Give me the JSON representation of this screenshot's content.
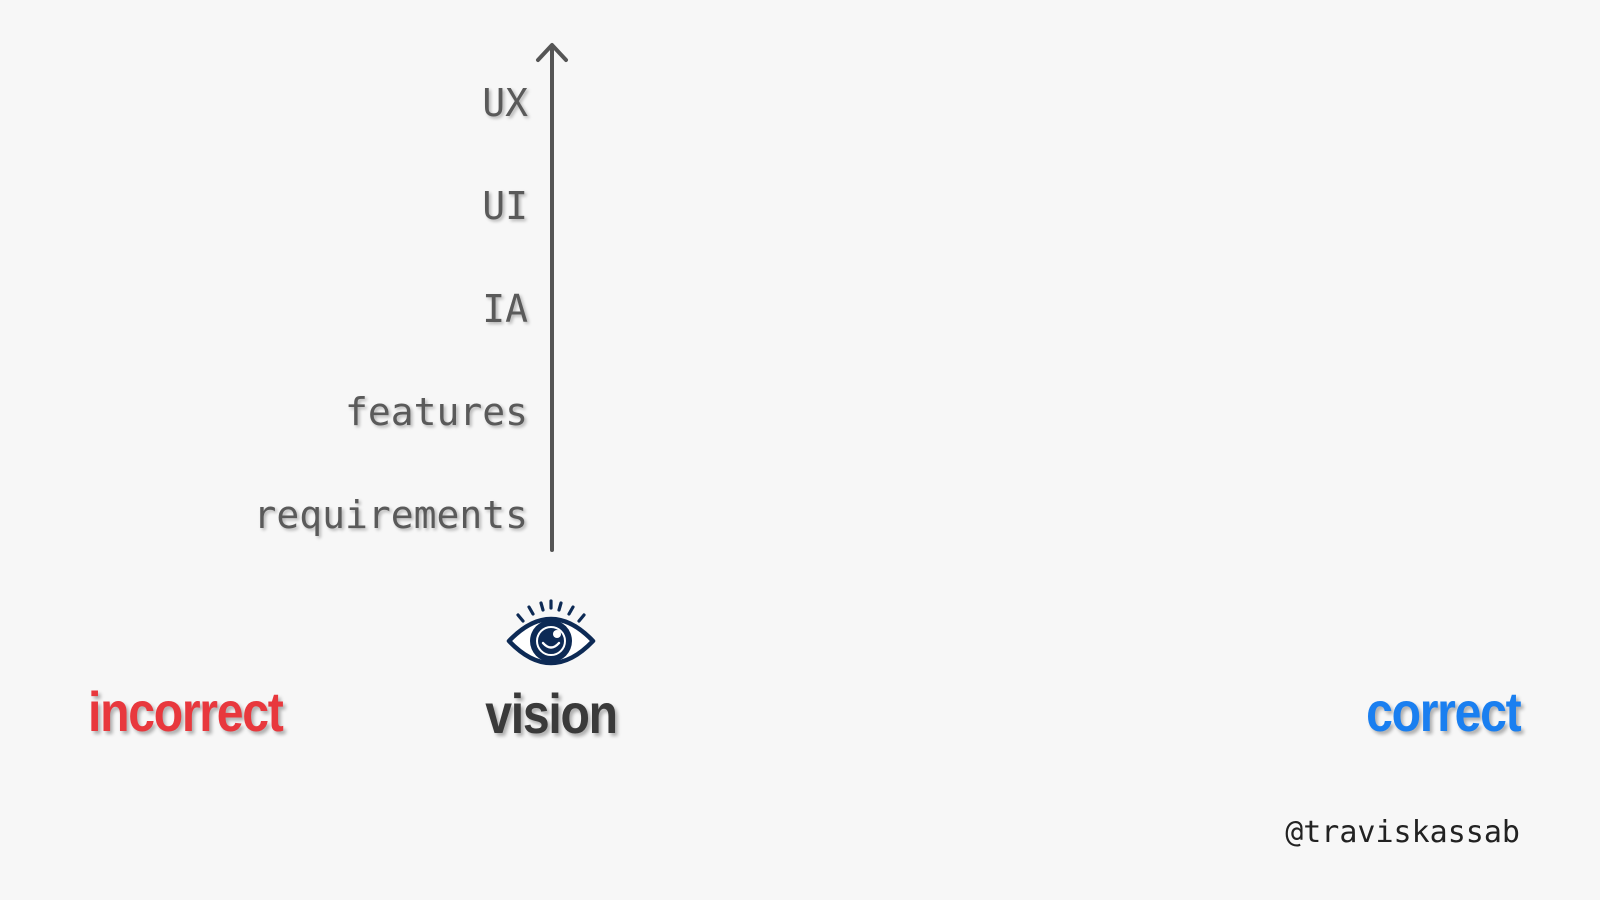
{
  "levels": [
    {
      "label": "UX"
    },
    {
      "label": "UI"
    },
    {
      "label": "IA"
    },
    {
      "label": "features"
    },
    {
      "label": "requirements"
    }
  ],
  "axis": {
    "left_label": "incorrect",
    "center_label": "vision",
    "right_label": "correct",
    "center_icon": "eye-icon"
  },
  "credit": "@traviskassab",
  "colors": {
    "background": "#f7f7f7",
    "incorrect": "#e8383d",
    "correct": "#1a7ff0",
    "vision": "#3a3a3a",
    "axis_line": "#3a3a3a",
    "vertical_arrow": "#555555",
    "eye": "#0d2a55"
  }
}
